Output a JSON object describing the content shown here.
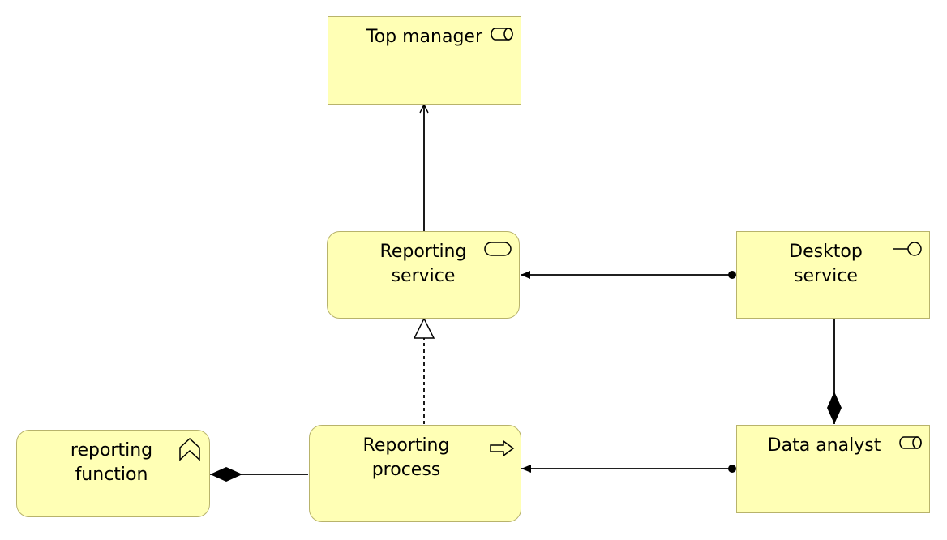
{
  "diagram": {
    "nodes": [
      {
        "id": "top-manager",
        "label": "Top manager",
        "kind": "business-role"
      },
      {
        "id": "reporting-service",
        "label": "Reporting\nservice",
        "kind": "business-service"
      },
      {
        "id": "desktop-service",
        "label": "Desktop\nservice",
        "kind": "interface"
      },
      {
        "id": "reporting-function",
        "label": "reporting\nfunction",
        "kind": "business-function"
      },
      {
        "id": "reporting-process",
        "label": "Reporting\nprocess",
        "kind": "business-process"
      },
      {
        "id": "data-analyst",
        "label": "Data analyst",
        "kind": "business-role"
      }
    ],
    "edges": [
      {
        "from": "reporting-service",
        "to": "top-manager",
        "type": "serving"
      },
      {
        "from": "desktop-service",
        "to": "reporting-service",
        "type": "assignment"
      },
      {
        "from": "reporting-process",
        "to": "reporting-service",
        "type": "realization"
      },
      {
        "from": "data-analyst",
        "to": "reporting-process",
        "type": "assignment"
      },
      {
        "from": "reporting-function",
        "to": "reporting-process",
        "type": "composition"
      },
      {
        "from": "data-analyst",
        "to": "desktop-service",
        "type": "composition"
      }
    ],
    "colors": {
      "fill": "#ffffb5",
      "border": "#b8b36b",
      "line": "#000000"
    }
  }
}
